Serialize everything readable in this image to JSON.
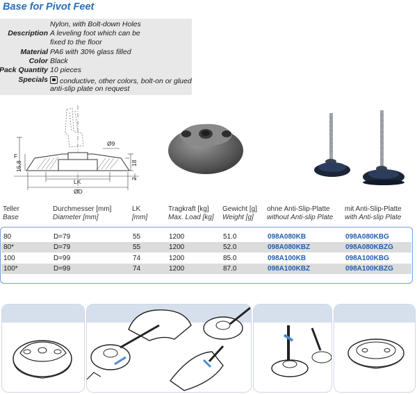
{
  "title": "Base for Pivot Feet",
  "spec": {
    "rows": [
      {
        "label": "",
        "value": "Nylon, with Bolt-down Holes"
      },
      {
        "label": "Description",
        "value": "A leveling foot which can be"
      },
      {
        "label": "",
        "value": "fixed to the floor"
      },
      {
        "label": "Material",
        "value": "PA6 with 30% glass filled"
      },
      {
        "label": "Color",
        "value": "Black"
      },
      {
        "label": "Pack Quantity",
        "value": "10 pieces"
      },
      {
        "label": "Specials",
        "value": "conductive, other colors, bolt-on or glued"
      },
      {
        "label": "",
        "value": "anti-slip plate on request"
      }
    ]
  },
  "drawing_labels": {
    "F": "F",
    "d9": "Ø9",
    "h158": "15,8",
    "h18": "18",
    "h2": "2",
    "lk": "LK",
    "od": "ØD"
  },
  "table": {
    "headers": [
      {
        "de": "Teller",
        "en": "Base"
      },
      {
        "de": "Durchmesser [mm]",
        "en": "Diameter [mm]"
      },
      {
        "de": "LK",
        "en": "[mm]"
      },
      {
        "de": "Tragkraft [kg]",
        "en": "Max. Load [kg]"
      },
      {
        "de": "Gewicht [g]",
        "en": "Weight [g]"
      },
      {
        "de": "ohne Anti-Slip-Platte",
        "en": "without Anti-slip Plate"
      },
      {
        "de": "mit Anti-Slip-Platte",
        "en": "with Anti-slip Plate"
      }
    ],
    "rows": [
      [
        "80",
        "D=79",
        "55",
        "1200",
        "51.0",
        "098A080KB",
        "098A080KBG"
      ],
      [
        "80*",
        "D=79",
        "55",
        "1200",
        "52.0",
        "098A080KBZ",
        "098A080KBZG"
      ],
      [
        "100",
        "D=99",
        "74",
        "1200",
        "85.0",
        "098A100KB",
        "098A100KBG"
      ],
      [
        "100*",
        "D=99",
        "74",
        "1200",
        "87.0",
        "098A100KBZ",
        "098A100KBZG"
      ]
    ]
  },
  "icons": [
    "padlock-icon"
  ],
  "colors": {
    "title": "#2a6db4",
    "code": "#1f5fae",
    "table_border": "#6f9fd6"
  }
}
